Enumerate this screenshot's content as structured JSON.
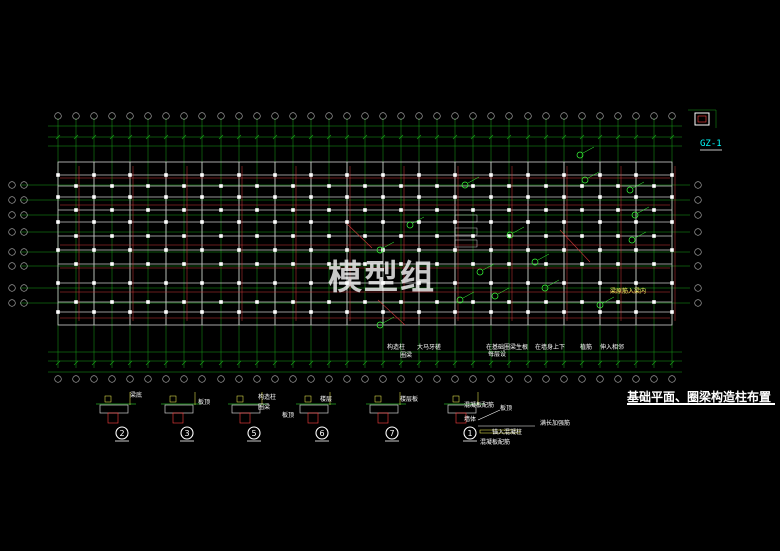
{
  "drawing": {
    "title": "基础平面、圈梁构造柱布置",
    "watermark": "模型组",
    "column_tag": "GZ-1",
    "notes": [
      "构造柱",
      "大马牙槎",
      "在基础圈梁生根",
      "在墙身上下",
      "植筋",
      "伸入相邻",
      "圈梁",
      "每层设",
      "梁原筋入梁内",
      "梁底",
      "混凝板配筋",
      "板顶",
      "墙体",
      "满长加强筋",
      "锚入混凝柱",
      "混凝板配筋",
      "板顶",
      "楼层",
      "楼层板",
      "构造柱",
      "圈梁",
      "板顶"
    ],
    "detail_numbers": [
      "2",
      "3",
      "5",
      "6",
      "7",
      "1"
    ]
  }
}
